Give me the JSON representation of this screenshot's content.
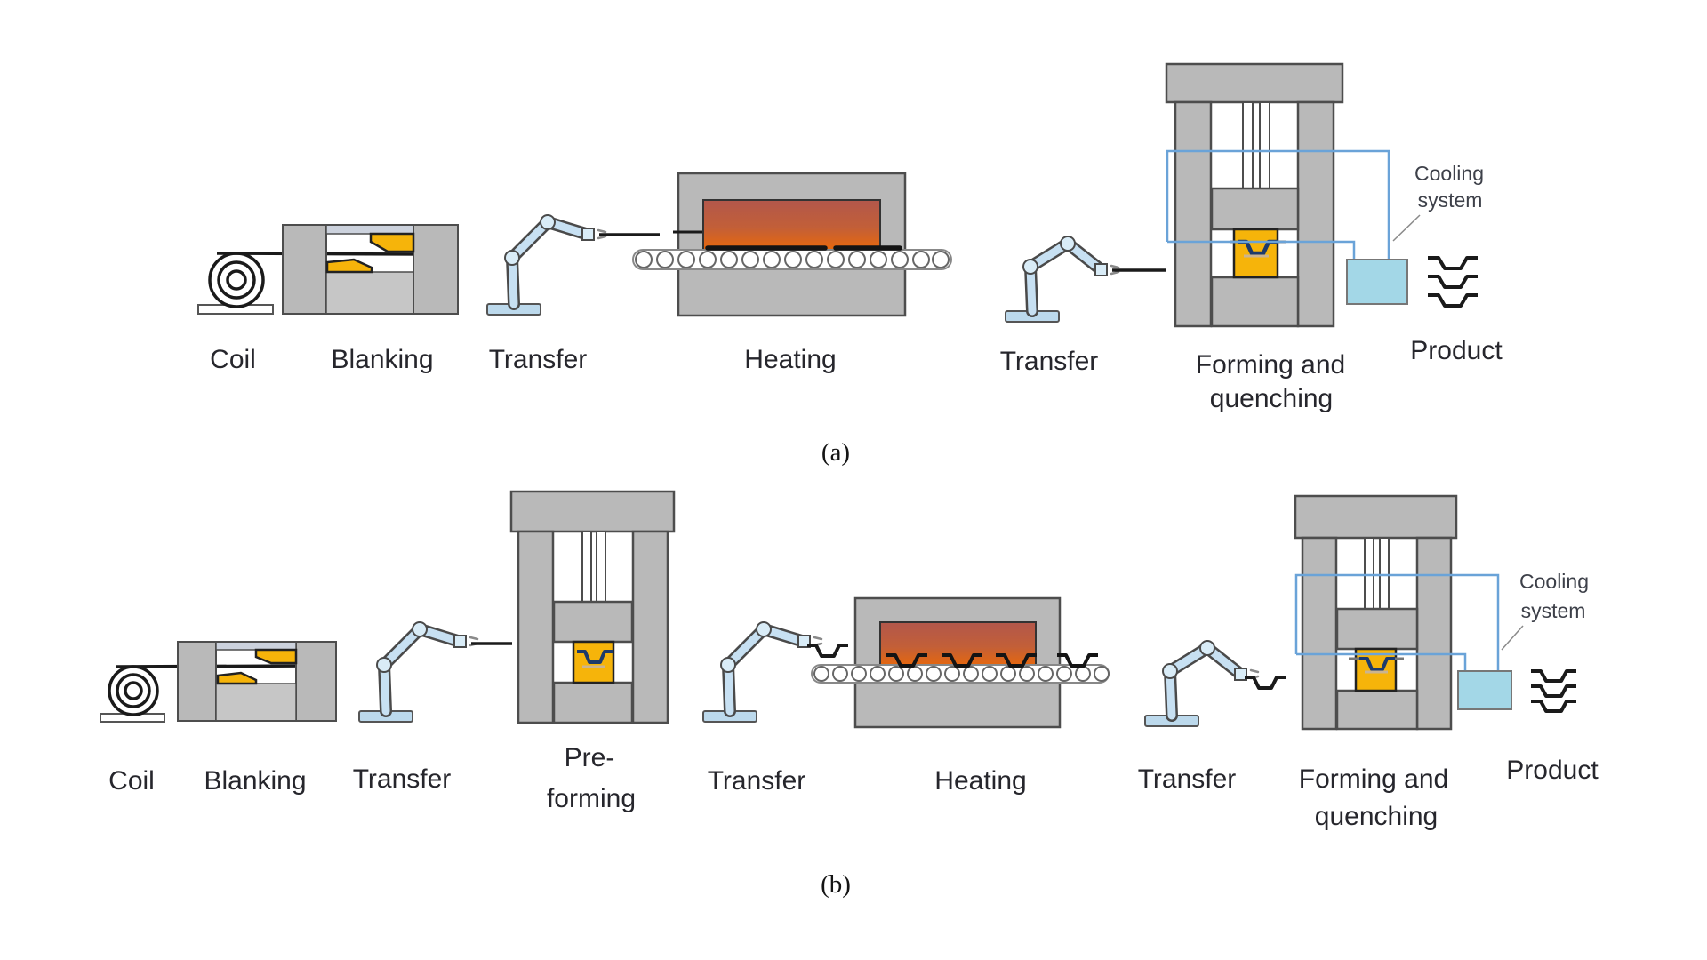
{
  "figure": {
    "caption_a": "(a)",
    "caption_b": "(b)",
    "colors": {
      "machine_gray": "#b9b9b9",
      "machine_gray_light": "#c6c6c6",
      "die_yellow": "#f6b40a",
      "robot_blue": "#c7e0f2",
      "tank_blue": "#a3d7e7",
      "pipe_blue": "#6aa3d8",
      "furnace_hot_top": "#b2574b",
      "furnace_hot_bottom": "#e8680c",
      "formed_part_navy": "#1d3a6b",
      "outline_dark": "#4d4d4d"
    },
    "row_a": {
      "labels": {
        "coil": "Coil",
        "blanking": "Blanking",
        "transfer1": "Transfer",
        "heating": "Heating",
        "transfer2": "Transfer",
        "forming1": "Forming and",
        "forming2": "quenching",
        "product": "Product",
        "cooling1": "Cooling",
        "cooling2": "system"
      }
    },
    "row_b": {
      "labels": {
        "coil": "Coil",
        "blanking": "Blanking",
        "transfer1": "Transfer",
        "preforming1": "Pre-",
        "preforming2": "forming",
        "transfer2": "Transfer",
        "heating": "Heating",
        "transfer3": "Transfer",
        "forming1": "Forming and",
        "forming2": "quenching",
        "product": "Product",
        "cooling1": "Cooling",
        "cooling2": "system"
      }
    }
  }
}
